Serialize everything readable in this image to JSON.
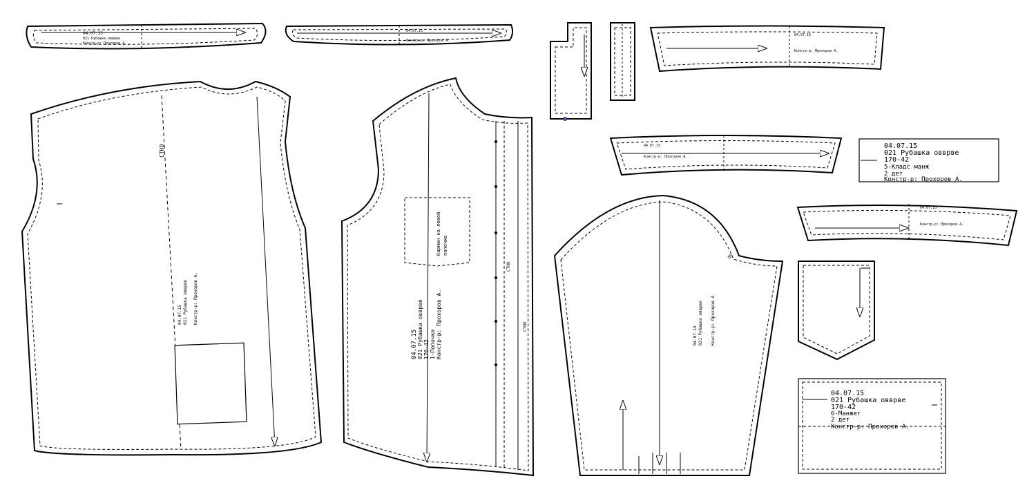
{
  "pattern": {
    "model_code": "04.07.15",
    "model_name": "021 Рубашка овврве",
    "size": "170-42",
    "designer": "Констр-р: Прохоров А.",
    "pieces": {
      "back": {
        "grain_label": "СТНО"
      },
      "front": {
        "pocket_note1": "Карман на левой",
        "pocket_note2": "полочке",
        "piece_label": "1-Полочка",
        "stno": "СТНО"
      },
      "cuff_label": {
        "line3": "5-Кладс манж",
        "line4": "2 дет"
      },
      "placket_label": {
        "line3": "6-Манжет",
        "line4": "2 дет"
      },
      "sleeve": {
        "label": "ЛЛ"
      }
    }
  },
  "colors": {
    "ink": "#000000",
    "paper": "#ffffff"
  }
}
